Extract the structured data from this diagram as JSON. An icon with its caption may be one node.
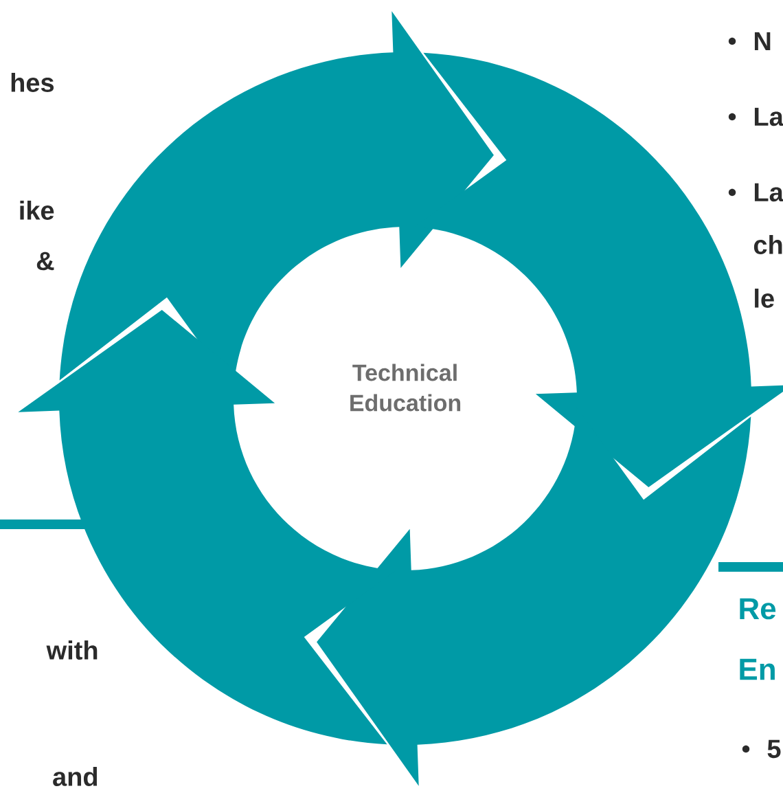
{
  "diagram": {
    "nodes": [
      {
        "text": [
          "Technical Education"
        ]
      }
    ],
    "labels": [
      "hes",
      "ike",
      "&",
      "with",
      "and",
      "N",
      "La",
      "La",
      "ch",
      "le",
      "Re",
      "En",
      "5"
    ]
  }
}
